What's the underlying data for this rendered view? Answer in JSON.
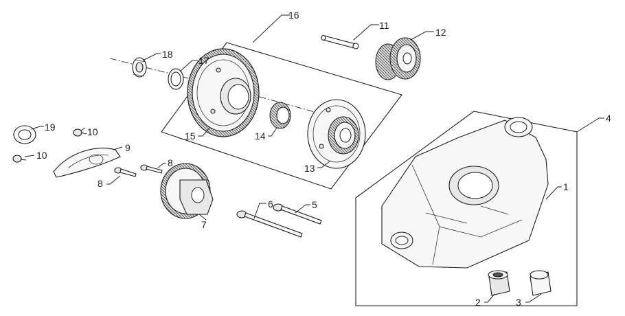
{
  "callouts": {
    "c1": "1",
    "c2": "2",
    "c3": "3",
    "c4": "4",
    "c5": "5",
    "c6": "6",
    "c7": "7",
    "c8a": "8",
    "c8b": "8",
    "c9": "9",
    "c10a": "10",
    "c10b": "10",
    "c11": "11",
    "c12": "12",
    "c13": "13",
    "c14": "14",
    "c15": "15",
    "c16": "16",
    "c17": "17",
    "c18": "18",
    "c19": "19"
  },
  "colors": {
    "line": "#1a1a1a",
    "fill": "#f7f7f7",
    "background": "#ffffff"
  }
}
